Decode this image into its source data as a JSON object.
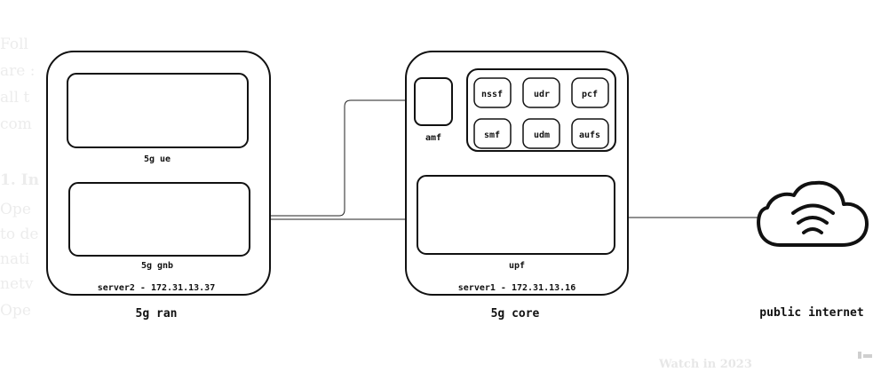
{
  "background_text": [
    "Foll",
    "are :",
    "all t",
    "com",
    "1. In",
    "Ope",
    "to de",
    "nati",
    "netv",
    "Ope"
  ],
  "footer_text": [
    "Watch in 2023"
  ],
  "ran": {
    "title": "5g ran",
    "ue_label": "5g ue",
    "gnb_label": "5g gnb",
    "server_label": "server2 - 172.31.13.37"
  },
  "core": {
    "title": "5g core",
    "amf_label": "amf",
    "nf_top": [
      "nssf",
      "udr",
      "pcf"
    ],
    "nf_bottom": [
      "smf",
      "udm",
      "aufs"
    ],
    "upf_label": "upf",
    "server_label": "server1 - 172.31.13.16"
  },
  "internet": {
    "title": "public internet",
    "icon": "cloud-wifi-icon"
  }
}
